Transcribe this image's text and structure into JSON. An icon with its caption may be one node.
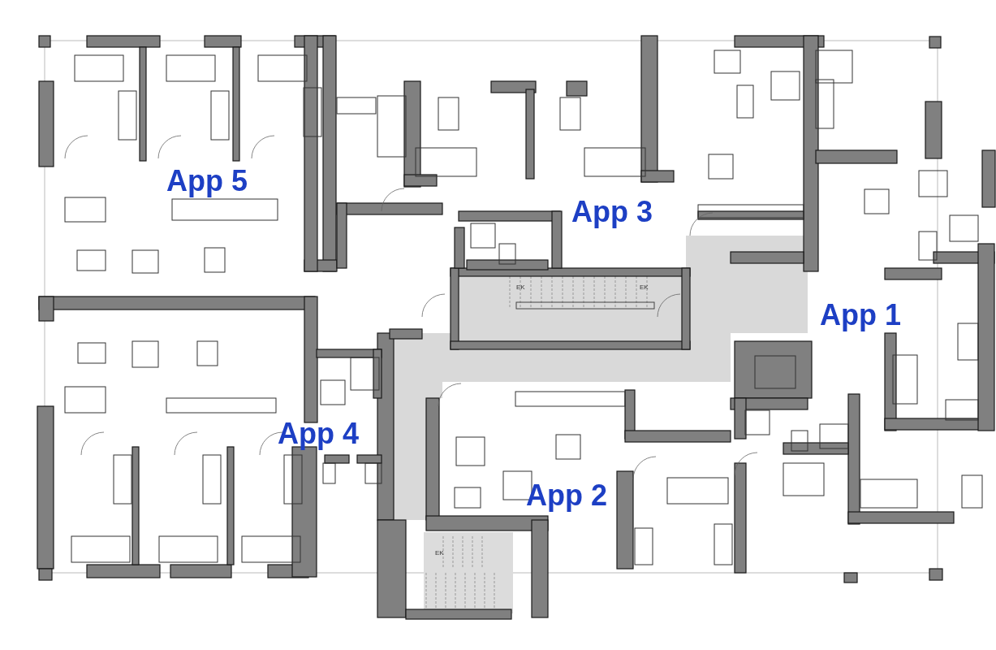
{
  "diagram": {
    "labels": [
      "App 5",
      "App 3",
      "EK",
      "EK",
      "App 1",
      "App 4",
      "App 2",
      "EK"
    ]
  }
}
